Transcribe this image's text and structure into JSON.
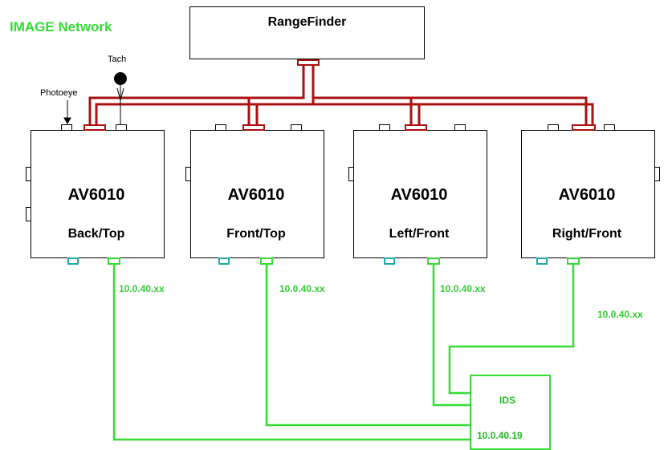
{
  "diagram": {
    "title": "IMAGE Network",
    "rangefinder": {
      "label": "RangeFinder"
    },
    "devices": [
      {
        "model": "AV6010",
        "name": "Back/Top",
        "ip": "10.0.40.xx"
      },
      {
        "model": "AV6010",
        "name": "Front/Top",
        "ip": "10.0.40.xx"
      },
      {
        "model": "AV6010",
        "name": "Left/Front",
        "ip": "10.0.40.xx"
      },
      {
        "model": "AV6010",
        "name": "Right/Front",
        "ip": "10.0.40.xx"
      }
    ],
    "sensors": {
      "photoeye": "Photoeye",
      "tach": "Tach"
    },
    "ids": {
      "label": "IDS",
      "ip": "10.0.40.19"
    },
    "colors": {
      "network": "#33dd33",
      "serial": "#aa1111",
      "port_ethernet_alt": "#22aaaa"
    }
  }
}
